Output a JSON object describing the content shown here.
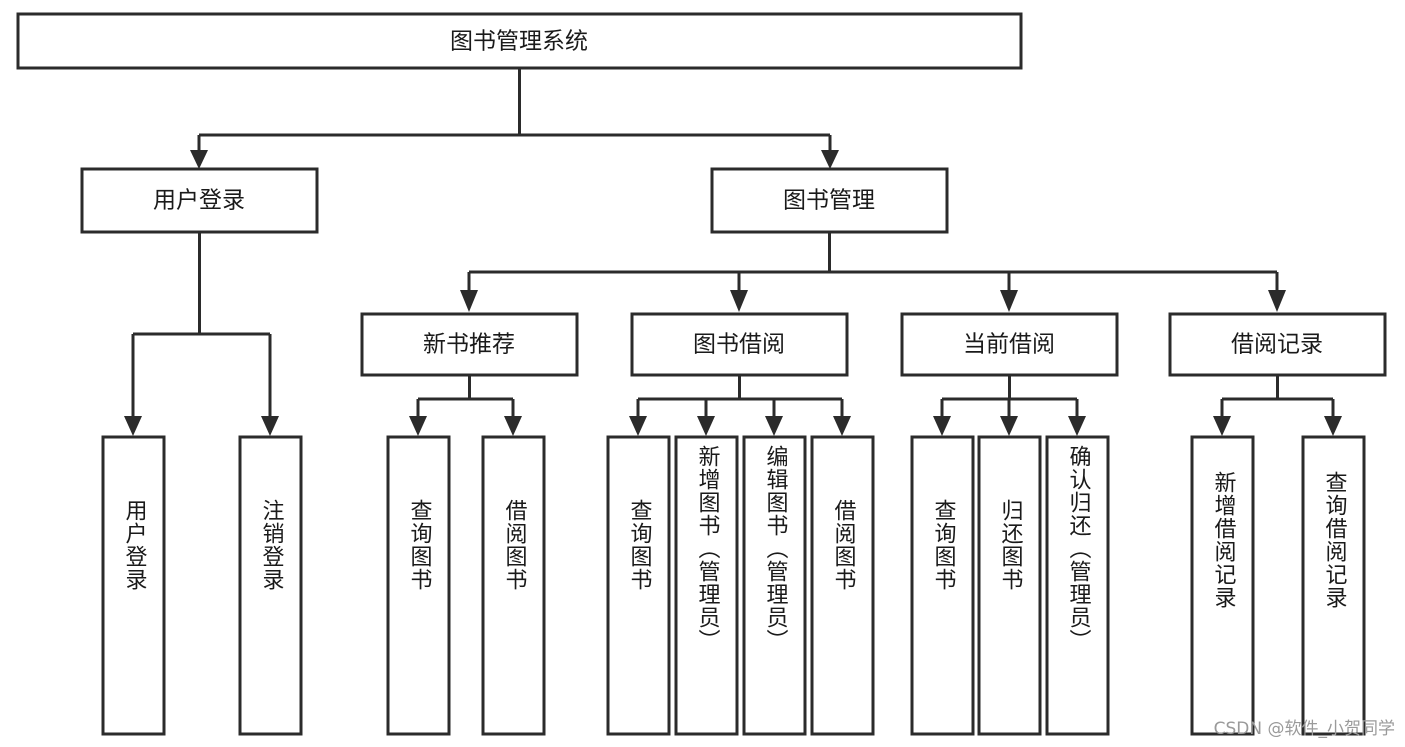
{
  "diagram": {
    "title_node": {
      "label": "图书管理系统"
    },
    "level2": [
      {
        "id": "user-login",
        "label": "用户登录"
      },
      {
        "id": "book-management",
        "label": "图书管理"
      }
    ],
    "level3": [
      {
        "id": "new-book-recommend",
        "label": "新书推荐"
      },
      {
        "id": "book-borrow",
        "label": "图书借阅"
      },
      {
        "id": "current-borrow",
        "label": "当前借阅"
      },
      {
        "id": "borrow-record",
        "label": "借阅记录"
      }
    ],
    "leaves": {
      "user_login": [
        {
          "id": "leaf-user-login",
          "label": "用户登录"
        },
        {
          "id": "leaf-logout-login",
          "label": "注销登录"
        }
      ],
      "new_book_recommend": [
        {
          "id": "leaf-query-book-1",
          "label": "查询图书"
        },
        {
          "id": "leaf-borrow-book-1",
          "label": "借阅图书"
        }
      ],
      "book_borrow": [
        {
          "id": "leaf-query-book-2",
          "label": "查询图书"
        },
        {
          "id": "leaf-add-book",
          "label": "新增图书（管理员）"
        },
        {
          "id": "leaf-edit-book",
          "label": "编辑图书（管理员）"
        },
        {
          "id": "leaf-borrow-book-2",
          "label": "借阅图书"
        }
      ],
      "current_borrow": [
        {
          "id": "leaf-query-book-3",
          "label": "查询图书"
        },
        {
          "id": "leaf-return-book",
          "label": "归还图书"
        },
        {
          "id": "leaf-confirm-return",
          "label": "确认归还（管理员）"
        }
      ],
      "borrow_record": [
        {
          "id": "leaf-add-borrow-record",
          "label": "新增借阅记录"
        },
        {
          "id": "leaf-query-borrow-record",
          "label": "查询借阅记录"
        }
      ]
    },
    "watermark": "CSDN @软件_小贺同学",
    "colors": {
      "stroke": "#2b2b2b",
      "fill": "#ffffff",
      "text": "#1a1a1a",
      "watermark": "#9a9a9a"
    }
  }
}
